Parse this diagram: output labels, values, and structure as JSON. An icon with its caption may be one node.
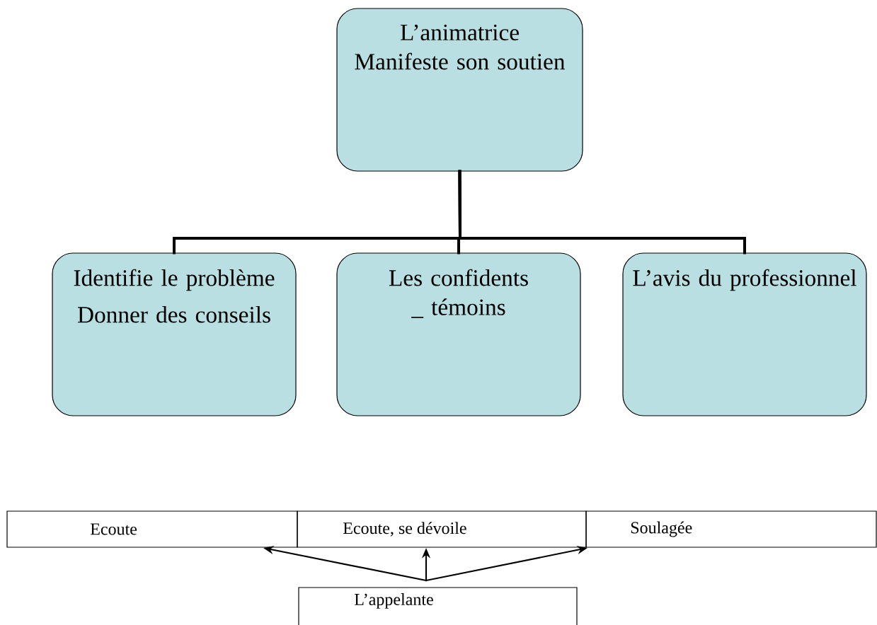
{
  "diagram": {
    "nodes": [
      {
        "text": [
          "L’animatrice Manifeste son soutien"
        ]
      },
      {
        "text": [
          "Identifie le problème",
          "Donner des conseils"
        ]
      },
      {
        "text": [
          "Les confidents _ témoins"
        ]
      },
      {
        "text": [
          "L’avis du professionnel"
        ]
      },
      {
        "text": [
          "Ecoute"
        ]
      },
      {
        "text": [
          "Ecoute, se dévoile"
        ]
      },
      {
        "text": [
          "Soulagée"
        ]
      },
      {
        "text": [
          "L’appelante"
        ]
      }
    ],
    "edges": [
      {
        "from": 0,
        "to": 1,
        "arrow": "none",
        "style": "thick"
      },
      {
        "from": 0,
        "to": 2,
        "arrow": "none",
        "style": "thick"
      },
      {
        "from": 0,
        "to": 3,
        "arrow": "none",
        "style": "thick"
      },
      {
        "from": 7,
        "to": 4,
        "arrow": "to"
      },
      {
        "from": 7,
        "to": 5,
        "arrow": "to"
      },
      {
        "from": 7,
        "to": 6,
        "arrow": "to"
      }
    ]
  }
}
